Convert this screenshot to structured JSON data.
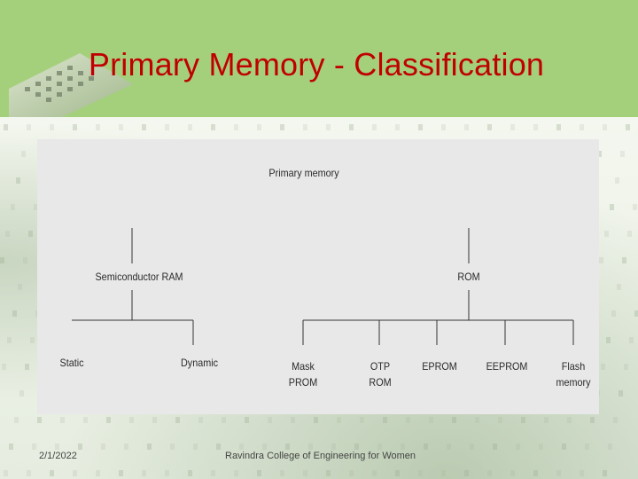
{
  "slide": {
    "title": "Primary Memory - Classification",
    "footer_date": "2/1/2022",
    "footer_org": "Ravindra College of Engineering for Women"
  },
  "diagram": {
    "root": "Primary memory",
    "semiconductor_ram": "Semiconductor RAM",
    "rom": "ROM",
    "static": "Static",
    "dynamic": "Dynamic",
    "mask_prom": [
      "Mask",
      "PROM"
    ],
    "otp_rom": [
      "OTP",
      "ROM"
    ],
    "eprom": "EPROM",
    "eeprom": "EEPROM",
    "flash_memory": [
      "Flash",
      "memory"
    ]
  },
  "colors": {
    "title": "#c00000",
    "header": "#a4d07b",
    "panel": "#e8e8e8",
    "lines": "#333333"
  }
}
